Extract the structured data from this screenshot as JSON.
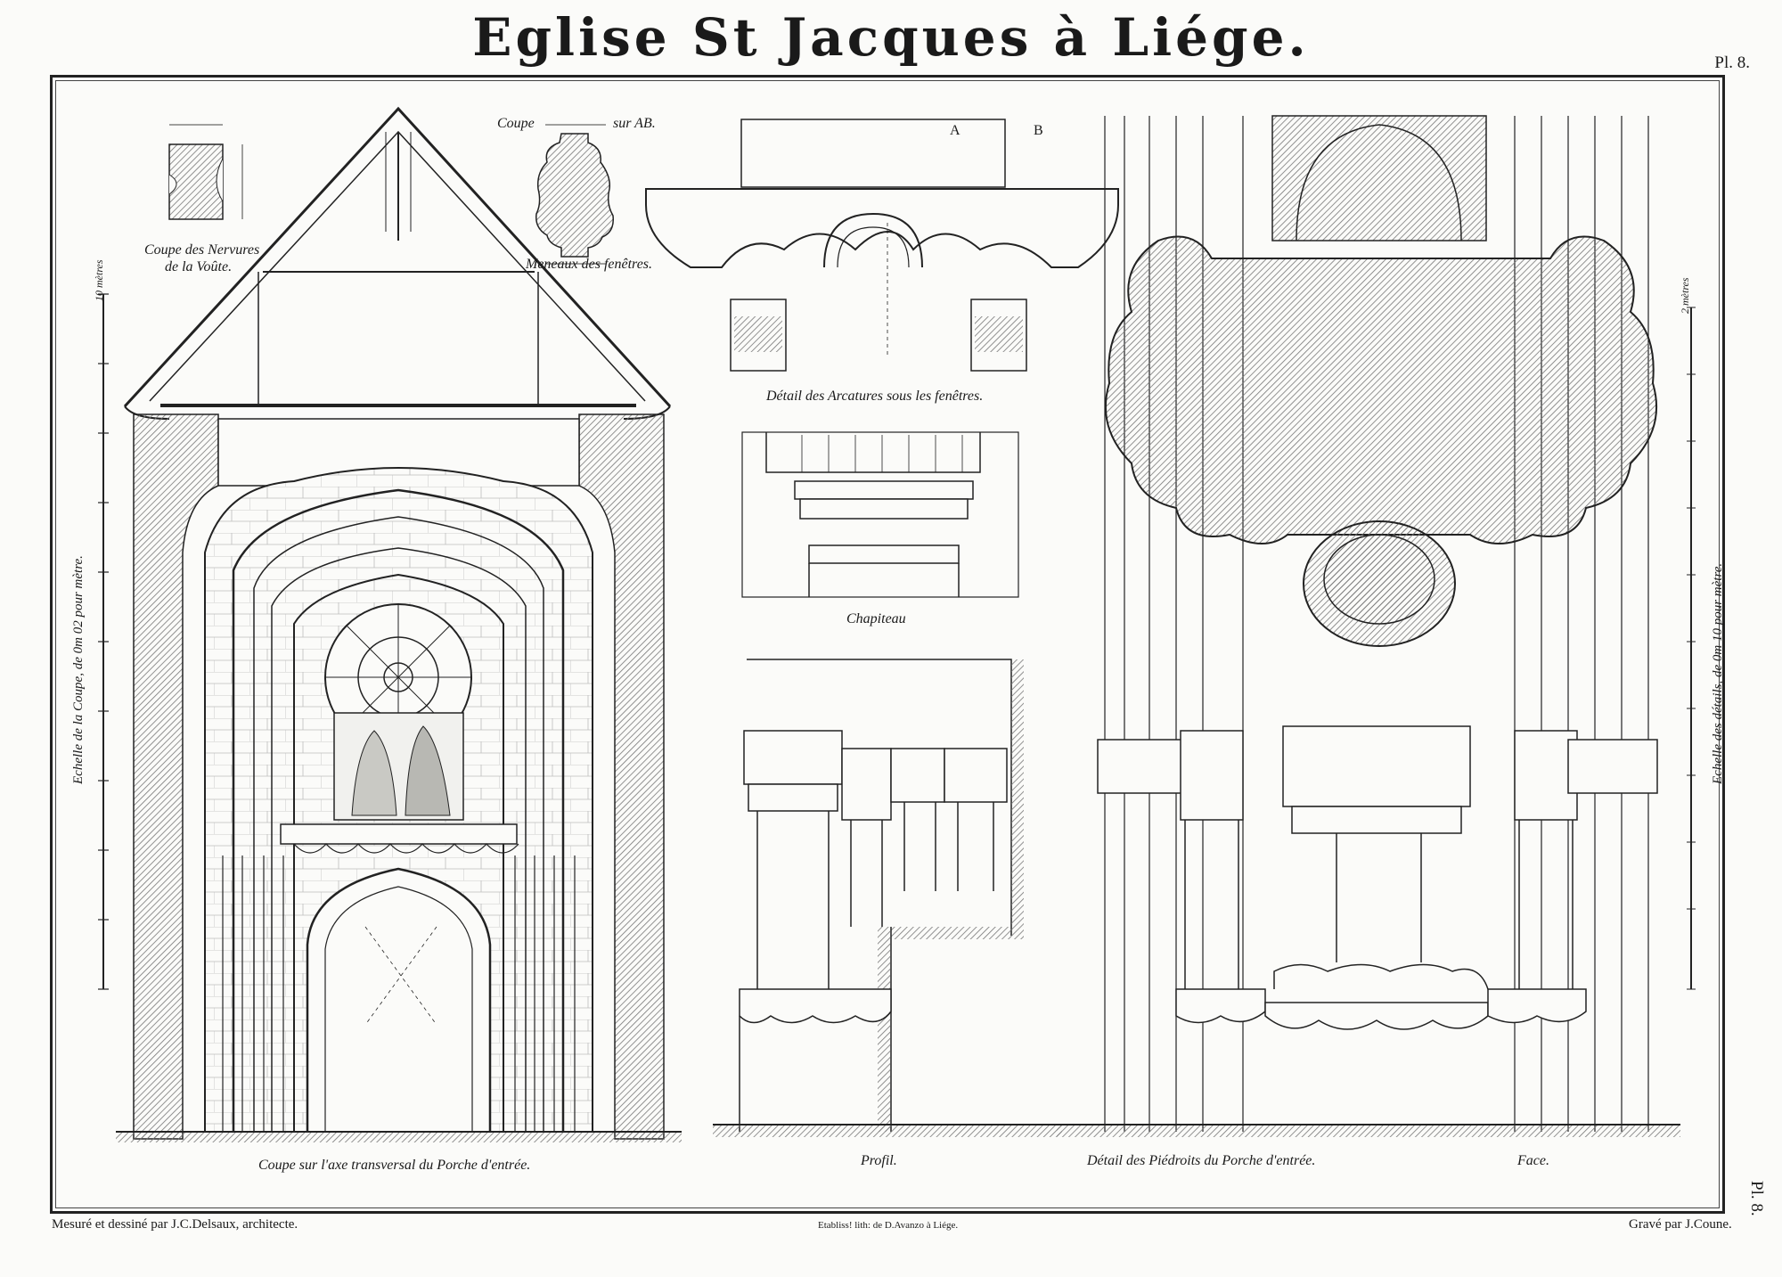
{
  "title": "Eglise St Jacques à Liége.",
  "plate": {
    "top": "Pl. 8.",
    "side": "Pl. 8."
  },
  "labels": {
    "coupe_nervures": [
      "Coupe des Nervures",
      "de la Voûte."
    ],
    "coupe_ab": "Coupe",
    "sur_ab": "sur AB.",
    "meneaux": "Meneaux des fenêtres.",
    "arcatures": "Détail des Arcatures sous les fenêtres.",
    "chapiteau": "Chapiteau",
    "coupe_porche": "Coupe sur l'axe transversal du Porche d'entrée.",
    "profil": "Profil.",
    "pieds_droits": "Détail des Piédroits du Porche d'entrée.",
    "face": "Face.",
    "scale_left": "Echelle de la Coupe, de 0m 02 pour mètre.",
    "scale_right": "Echelle des détails, de 0m 10 pour mètre.",
    "scale_left_top": "10 mètres",
    "scale_right_top": "2 mètres",
    "marker_a": "A",
    "marker_b": "B"
  },
  "footer": {
    "left": "Mesuré et dessiné par J.C.Delsaux, architecte.",
    "center": "Etabliss! lith: de D.Avanzo à Liége.",
    "right": "Gravé par J.Coune."
  },
  "colors": {
    "ink": "#1a1a1a",
    "hatch": "#8a8a8a",
    "paper": "#fbfbf9"
  }
}
